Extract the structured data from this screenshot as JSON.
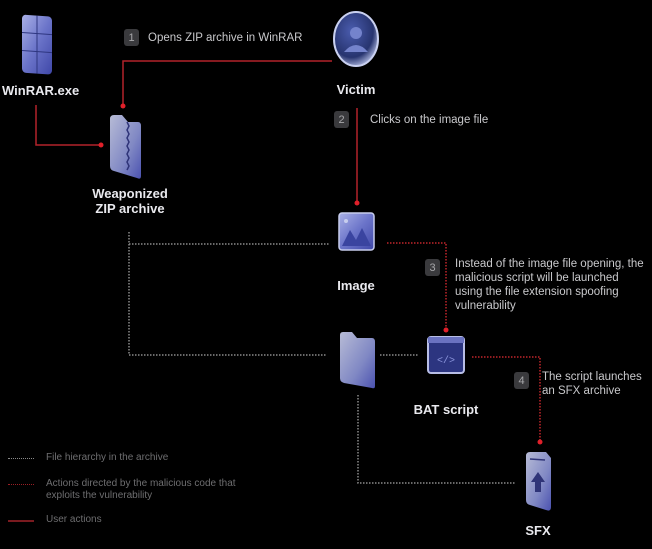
{
  "colors": {
    "background": "#000000",
    "user_action": "#c0262b",
    "malicious_action": "#c0262b",
    "file_hierarchy": "#8a8a8a",
    "icon_blue": "#5a63b8"
  },
  "nodes": {
    "winrar": {
      "label": "WinRAR.exe",
      "icon": "winrar-archive-icon"
    },
    "victim": {
      "label": "Victim",
      "icon": "user-avatar-icon"
    },
    "zip": {
      "label_line1": "Weaponized",
      "label_line2": "ZIP archive",
      "icon": "zipped-folder-icon"
    },
    "image": {
      "label": "Image",
      "icon": "image-file-icon"
    },
    "folder": {
      "label": "",
      "icon": "folder-icon"
    },
    "bat": {
      "label": "BAT script",
      "icon": "script-window-icon"
    },
    "sfx": {
      "label": "SFX",
      "icon": "sfx-archive-icon"
    }
  },
  "steps": [
    {
      "number": "1",
      "text": "Opens ZIP archive in WinRAR"
    },
    {
      "number": "2",
      "text": "Clicks on the image file"
    },
    {
      "number": "3",
      "text": "Instead of the image file opening, the malicious script will be launched using the file extension spoofing vulnerability"
    },
    {
      "number": "4",
      "text": "The script launches an SFX archive"
    }
  ],
  "legend": [
    {
      "style": "dotted-gray",
      "text": "File hierarchy in the archive"
    },
    {
      "style": "dotted-red",
      "text": "Actions directed by the malicious code that exploits the vulnerability"
    },
    {
      "style": "solid-red",
      "text": "User actions"
    }
  ]
}
